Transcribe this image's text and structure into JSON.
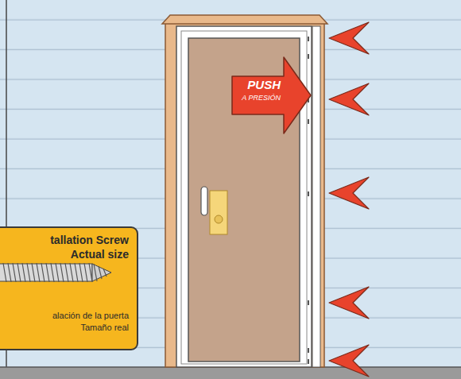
{
  "diagram": {
    "nodes": [
      {
        "text": [
          "PUSH",
          "A PRESIÓN"
        ]
      },
      {
        "text": [
          "tallation Screw",
          "Actual size",
          "alación de la puerta",
          "Tamaño real"
        ]
      }
    ]
  }
}
